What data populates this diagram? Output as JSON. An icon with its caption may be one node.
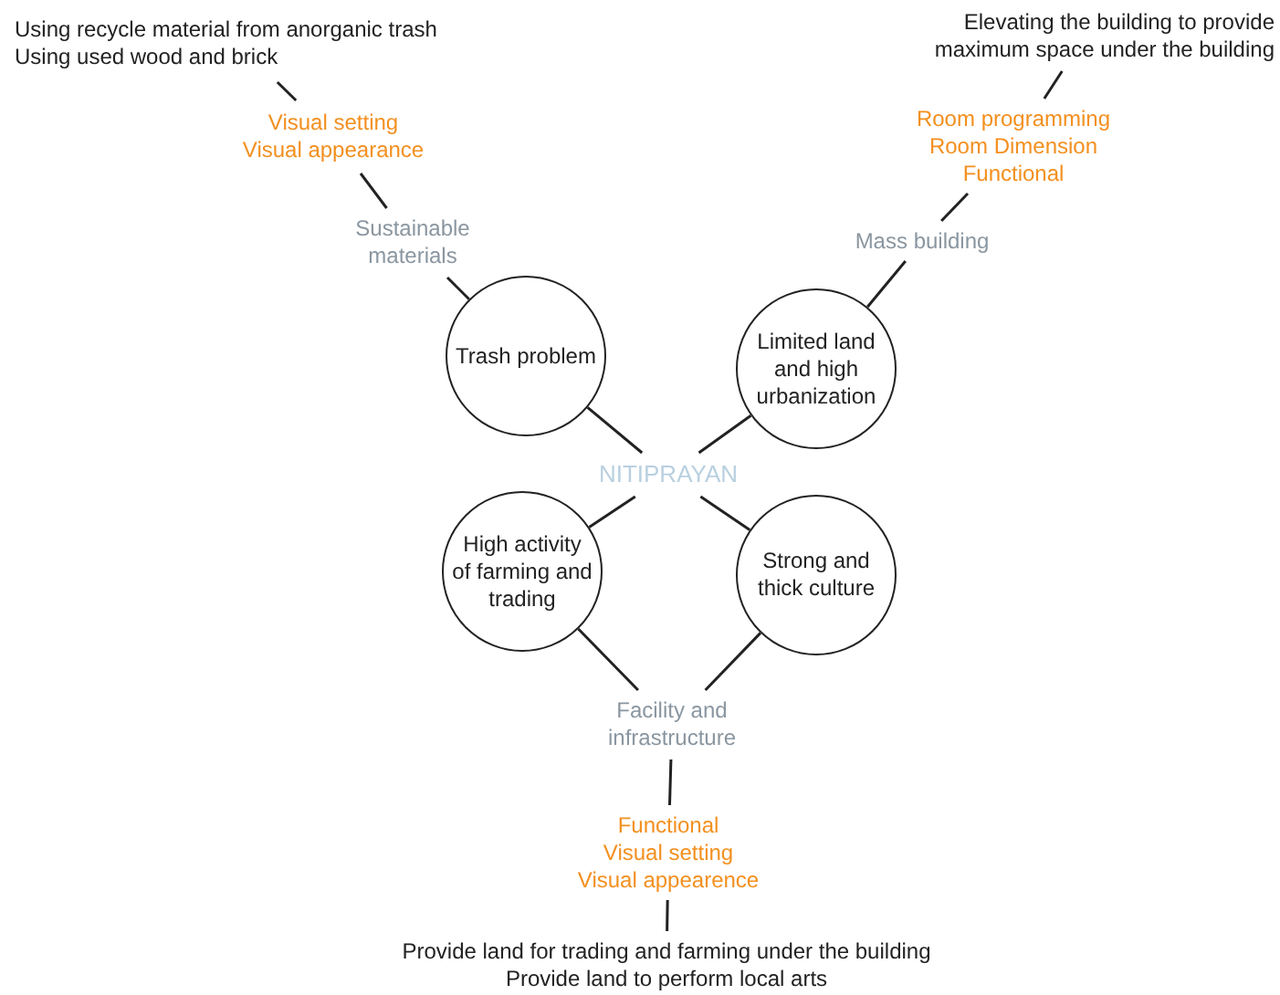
{
  "diagram": {
    "nodes": [
      {
        "text": [
          "Using recycle material from anorganic trash",
          "Using used wood and brick"
        ]
      },
      {
        "text": [
          "Visual setting",
          "Visual appearance"
        ]
      },
      {
        "text": [
          "Sustainable materials"
        ]
      },
      {
        "text": [
          "Elevating the building to provide maximum space under the building"
        ]
      },
      {
        "text": [
          "Room programming",
          "Room Dimension",
          "Functional"
        ]
      },
      {
        "text": [
          "Mass building"
        ]
      },
      {
        "text": [
          "Trash problem"
        ]
      },
      {
        "text": [
          "Limited land and high urbanization"
        ]
      },
      {
        "text": [
          "NITIPRAYAN"
        ]
      },
      {
        "text": [
          "High activity of farming and trading"
        ]
      },
      {
        "text": [
          "Strong and thick culture"
        ]
      },
      {
        "text": [
          "Facility and infrastructure"
        ]
      },
      {
        "text": [
          "Functional",
          "Visual setting",
          "Visual appearence"
        ]
      },
      {
        "text": [
          "Provide land for trading and farming under the building",
          "Provide land to perform local arts"
        ]
      }
    ],
    "edges": [
      {
        "from": 0,
        "to": 1,
        "arrow": "none"
      },
      {
        "from": 1,
        "to": 2,
        "arrow": "none"
      },
      {
        "from": 2,
        "to": 6,
        "arrow": "none"
      },
      {
        "from": 3,
        "to": 4,
        "arrow": "none"
      },
      {
        "from": 4,
        "to": 5,
        "arrow": "none"
      },
      {
        "from": 5,
        "to": 7,
        "arrow": "none"
      },
      {
        "from": 6,
        "to": 8,
        "arrow": "none"
      },
      {
        "from": 7,
        "to": 8,
        "arrow": "none"
      },
      {
        "from": 8,
        "to": 9,
        "arrow": "none"
      },
      {
        "from": 8,
        "to": 10,
        "arrow": "none"
      },
      {
        "from": 9,
        "to": 11,
        "arrow": "none"
      },
      {
        "from": 10,
        "to": 11,
        "arrow": "none"
      },
      {
        "from": 11,
        "to": 12,
        "arrow": "none"
      },
      {
        "from": 12,
        "to": 13,
        "arrow": "none"
      }
    ]
  }
}
